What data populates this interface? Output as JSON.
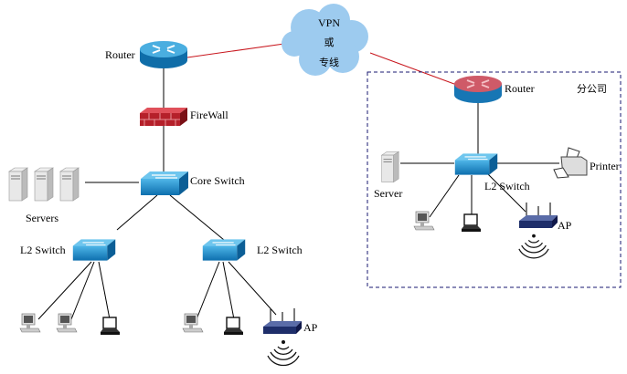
{
  "diagram": {
    "hq": {
      "router": "Router",
      "firewall": "FireWall",
      "core_switch": "Core Switch",
      "servers": "Servers",
      "l2_switch_left": "L2 Switch",
      "l2_switch_right": "L2 Switch",
      "ap": "AP"
    },
    "wan_cloud": {
      "line1": "VPN",
      "line2": "或",
      "line3": "专线"
    },
    "branch": {
      "title": "分公司",
      "router": "Router",
      "server": "Server",
      "printer": "Printer",
      "l2_switch": "L2 Switch",
      "ap": "AP"
    },
    "colors": {
      "wan_link": "#c8161d",
      "lan_link": "#000000",
      "branch_border": "#1a1a70",
      "cloud": "#9dcbef",
      "device_blue": "#1a8fd0",
      "firewall": "#c0262c",
      "branch_router_top": "#d0505c"
    }
  }
}
